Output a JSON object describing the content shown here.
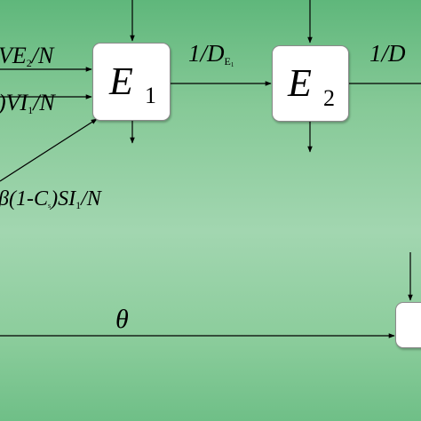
{
  "nodes": {
    "e1": {
      "letter": "E",
      "sub": "1"
    },
    "e2": {
      "letter": "E",
      "sub": "2"
    }
  },
  "labels": {
    "l1": {
      "a": "VE",
      "sub": "2",
      "b": "/N"
    },
    "l2": {
      "a": ")VI",
      "sub": "1",
      "b": "/N"
    },
    "l3": {
      "a": "β(1-C",
      "sub": "s",
      "b": ")SI",
      "sub2": "1",
      "b2": "/N"
    },
    "l4": {
      "a": "1/D",
      "sub": "E",
      "subsub": "1"
    },
    "l5": {
      "a": "1/D"
    },
    "theta": "θ"
  },
  "colors": {
    "background": "#8fcf9f",
    "node_fill": "#ffffff",
    "line": "#000000"
  }
}
